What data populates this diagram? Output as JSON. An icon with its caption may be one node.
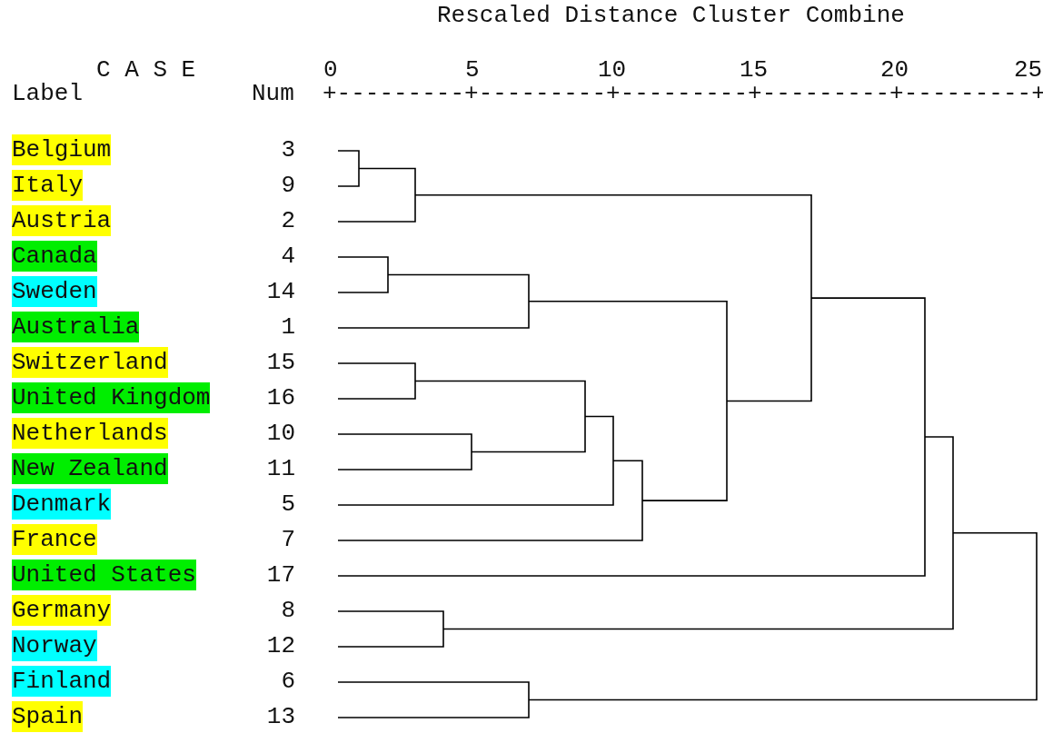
{
  "diagram": {
    "title": "Rescaled Distance Cluster Combine",
    "nodes": [
      {
        "text": [
          "Belgium"
        ]
      },
      {
        "text": [
          "Italy"
        ]
      },
      {
        "text": [
          "Austria"
        ]
      },
      {
        "text": [
          "Canada"
        ]
      },
      {
        "text": [
          "Sweden"
        ]
      },
      {
        "text": [
          "Australia"
        ]
      },
      {
        "text": [
          "Switzerland"
        ]
      },
      {
        "text": [
          "United Kingdom"
        ]
      },
      {
        "text": [
          "Netherlands"
        ]
      },
      {
        "text": [
          "New Zealand"
        ]
      },
      {
        "text": [
          "Denmark"
        ]
      },
      {
        "text": [
          "France"
        ]
      },
      {
        "text": [
          "United States"
        ]
      },
      {
        "text": [
          "Germany"
        ]
      },
      {
        "text": [
          "Norway"
        ]
      },
      {
        "text": [
          "Finland"
        ]
      },
      {
        "text": [
          "Spain"
        ]
      }
    ],
    "labels": [
      "C A S E",
      "0",
      "5",
      "10",
      "15",
      "20",
      "25",
      "Label",
      "Num",
      "+---------+---------+---------+---------+---------+",
      "3",
      "9",
      "2",
      "4",
      "14",
      "1",
      "15",
      "16",
      "10",
      "11",
      "5",
      "7",
      "17",
      "8",
      "12",
      "6",
      "13"
    ]
  }
}
